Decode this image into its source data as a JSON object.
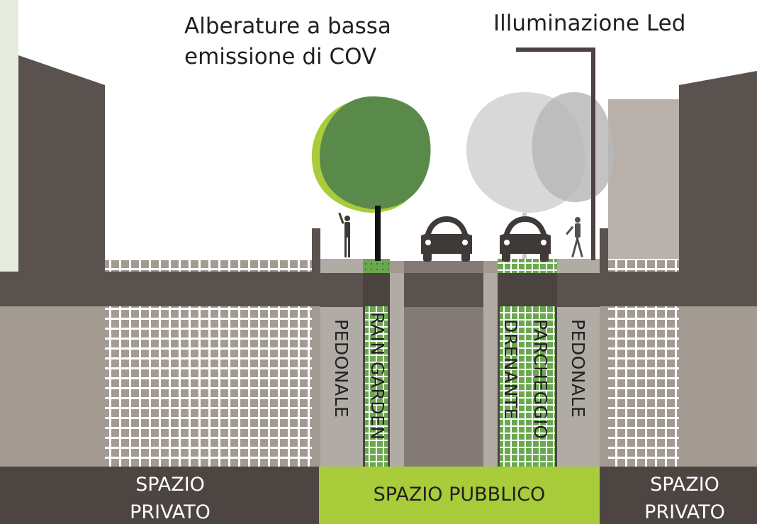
{
  "labels": {
    "trees": "Alberature a bassa\nemissione di COV",
    "led": "Illuminazione Led",
    "pedonale_left": "PEDONALE",
    "rain_garden": "RAIN GARDEN",
    "parcheggio_1": "PARCHEGGIO",
    "parcheggio_2": "DRENANTE",
    "pedonale_right": "PEDONALE",
    "private_left": "SPAZIO\nPRIVATO",
    "public": "SPAZIO PUBBLICO",
    "private_right": "SPAZIO\nPRIVATO"
  },
  "colors": {
    "building_dark": "#5a524f",
    "ground_tan": "#a39a92",
    "road_gray": "#847a75",
    "sidewalk": "#b1aba6",
    "tree_green": "#5a8a4a",
    "accent_green": "#a8cc3a",
    "faded_tree": "#d0d0d0",
    "white_grid": "#ffffff",
    "text": "#231f20"
  }
}
